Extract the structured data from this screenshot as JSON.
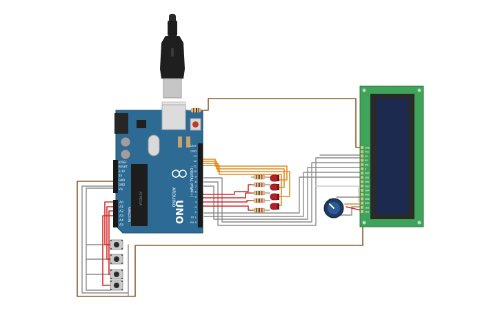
{
  "board": {
    "brand": "ARDUINO",
    "model": "UNO",
    "digital_label": "DIGITAL (PWM~)",
    "analog_label": "ANALOG IN",
    "header_top_labels": [
      "AREF",
      "GND",
      "13",
      "12",
      "~11",
      "~10",
      "~9",
      "8",
      "7",
      "~6",
      "~5",
      "4",
      "~3",
      "2",
      "TX 1",
      "RX 0"
    ],
    "power_labels": [
      "IOREF",
      "RESET",
      "3.3V",
      "5V",
      "GND",
      "GND",
      "Vin"
    ],
    "analog_pins": [
      "A0",
      "A1",
      "A2",
      "A3",
      "A4",
      "A5"
    ],
    "chip_label": "ATMEGA"
  },
  "lcd": {
    "pin_labels": [
      "GND",
      "VCC",
      "V0",
      "RS",
      "RW",
      "E",
      "DB0",
      "DB1",
      "DB2",
      "DB3",
      "DB4",
      "DB5",
      "DB6",
      "DB7",
      "LED",
      "LED"
    ]
  },
  "components": {
    "leds": 4,
    "resistors": 5,
    "buttons": 4,
    "potentiometer": 1
  },
  "colors": {
    "board": "#2d6a94",
    "lcd_pcb": "#3fa35a",
    "lcd_screen": "#1c2a4f",
    "wire_brown": "#8b5a2b",
    "wire_gray": "#8a8a8a",
    "wire_red": "#d62728",
    "wire_orange": "#e08a1c",
    "led_red": "#b3202a"
  }
}
